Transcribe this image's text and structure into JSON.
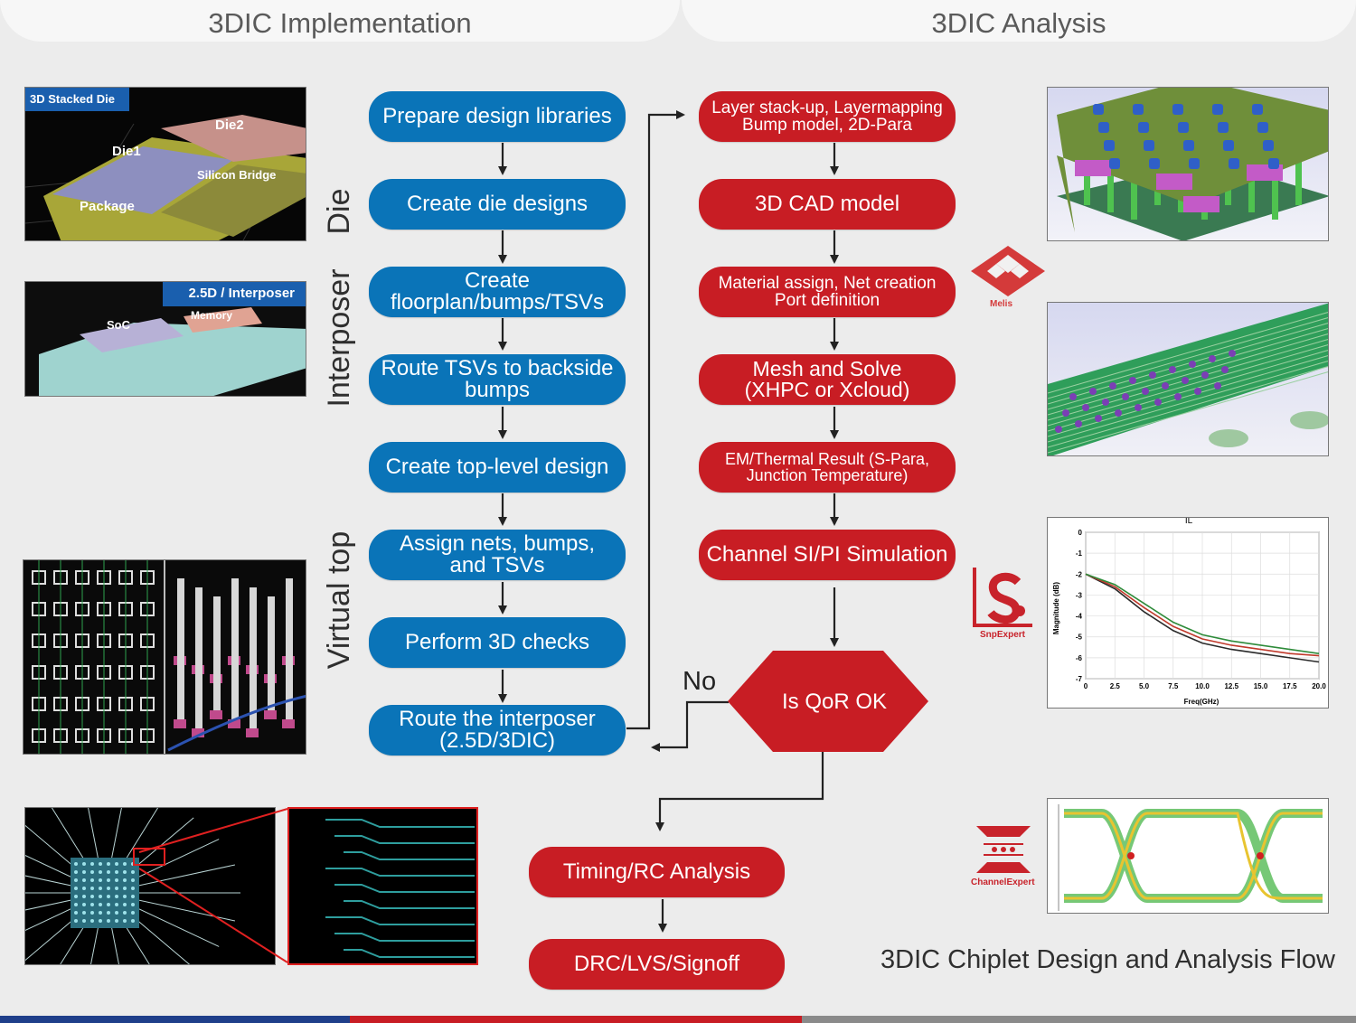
{
  "headers": {
    "left": "3DIC Implementation",
    "right": "3DIC Analysis"
  },
  "side_labels": {
    "die": "Die",
    "interposer": "Interposer",
    "virtual_top": "Virtual top"
  },
  "impl_steps": [
    "Prepare design libraries",
    "Create die designs",
    "Create floorplan/bumps/TSVs",
    "Route TSVs to backside bumps",
    "Create top-level design",
    "Assign nets, bumps, and TSVs",
    "Perform 3D checks",
    "Route the interposer (2.5D/3DIC)"
  ],
  "analysis_steps": [
    "Layer stack-up, Layermapping Bump model, 2D-Para",
    "3D CAD model",
    "Material assign, Net creation Port definition",
    "Mesh and Solve (XHPC or Xcloud)",
    "EM/Thermal Result (S-Para, Junction Temperature)",
    "Channel SI/PI Simulation"
  ],
  "decision": {
    "label": "Is QoR OK",
    "no_label": "No"
  },
  "signoff_steps": [
    "Timing/RC Analysis",
    "DRC/LVS/Signoff"
  ],
  "image_labels": {
    "stacked": {
      "tag": "3D Stacked Die",
      "die1": "Die1",
      "die2": "Die2",
      "bridge": "Silicon Bridge",
      "package": "Package"
    },
    "interposer": {
      "tag": "2.5D / Interposer",
      "soc": "SoC",
      "memory": "Memory"
    }
  },
  "logos": {
    "melis": "Melis",
    "snpexpert": "SnpExpert",
    "channelexpert": "ChannelExpert"
  },
  "chart_data": {
    "type": "line",
    "title": "IL",
    "xlabel": "Freq(GHz)",
    "ylabel": "Magnitude (dB)",
    "xlim": [
      0,
      20
    ],
    "ylim": [
      -7,
      0
    ],
    "x_ticks": [
      "0",
      "2.5",
      "5.0",
      "7.5",
      "10.0",
      "12.5",
      "15.0",
      "17.5",
      "20.0"
    ],
    "y_ticks": [
      "0",
      "-1",
      "-2",
      "-3",
      "-4",
      "-5",
      "-6",
      "-7"
    ],
    "x": [
      0,
      2.5,
      5,
      7.5,
      10,
      12.5,
      15,
      17.5,
      20
    ],
    "series": [
      {
        "values": [
          -2.0,
          -2.7,
          -3.8,
          -4.7,
          -5.3,
          -5.6,
          -5.8,
          -6.0,
          -6.2
        ]
      },
      {
        "values": [
          -2.0,
          -2.6,
          -3.6,
          -4.5,
          -5.1,
          -5.4,
          -5.6,
          -5.8,
          -5.9
        ]
      },
      {
        "values": [
          -2.0,
          -2.5,
          -3.4,
          -4.3,
          -4.9,
          -5.2,
          -5.4,
          -5.6,
          -5.8
        ]
      }
    ],
    "grid": true
  },
  "caption": "3DIC Chiplet Design and Analysis Flow",
  "colors": {
    "blue": "#0a74b8",
    "red": "#c81d24",
    "background": "#ececec"
  }
}
